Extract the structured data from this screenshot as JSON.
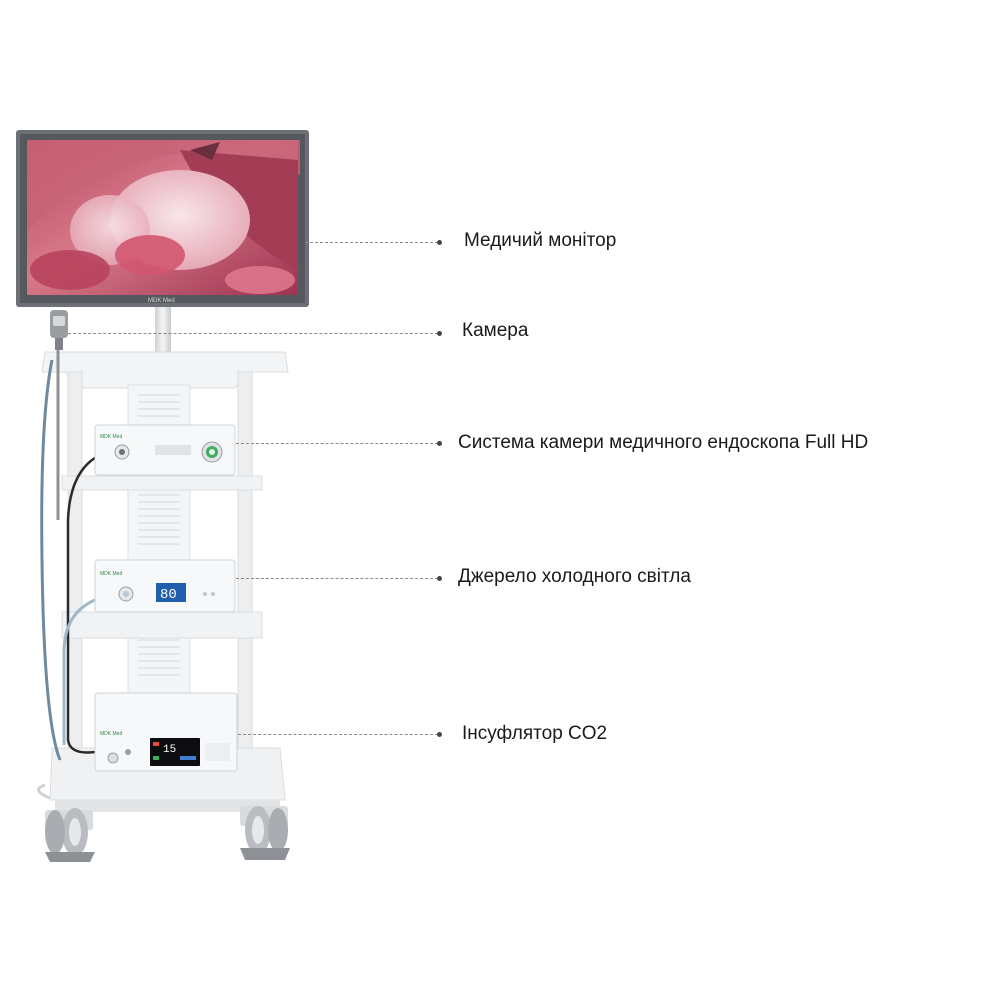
{
  "labels": {
    "monitor": "Медичий монітор",
    "camera": "Камера",
    "camera_system": "Система камери медичного ендоскопа Full HD",
    "light_source": "Джерело холодного світла",
    "insufflator": "Інсуфлятор CO2"
  },
  "device": {
    "brand": "MDK Med",
    "light_source_display": "80",
    "insufflator_display": "15"
  },
  "colors": {
    "cart": "#f3f4f5",
    "cart_edge": "#d9dcdf",
    "monitor_frame": "#6c6f73",
    "screen_tissue": "#c9506a",
    "leader_line": "#8a8a8a"
  }
}
